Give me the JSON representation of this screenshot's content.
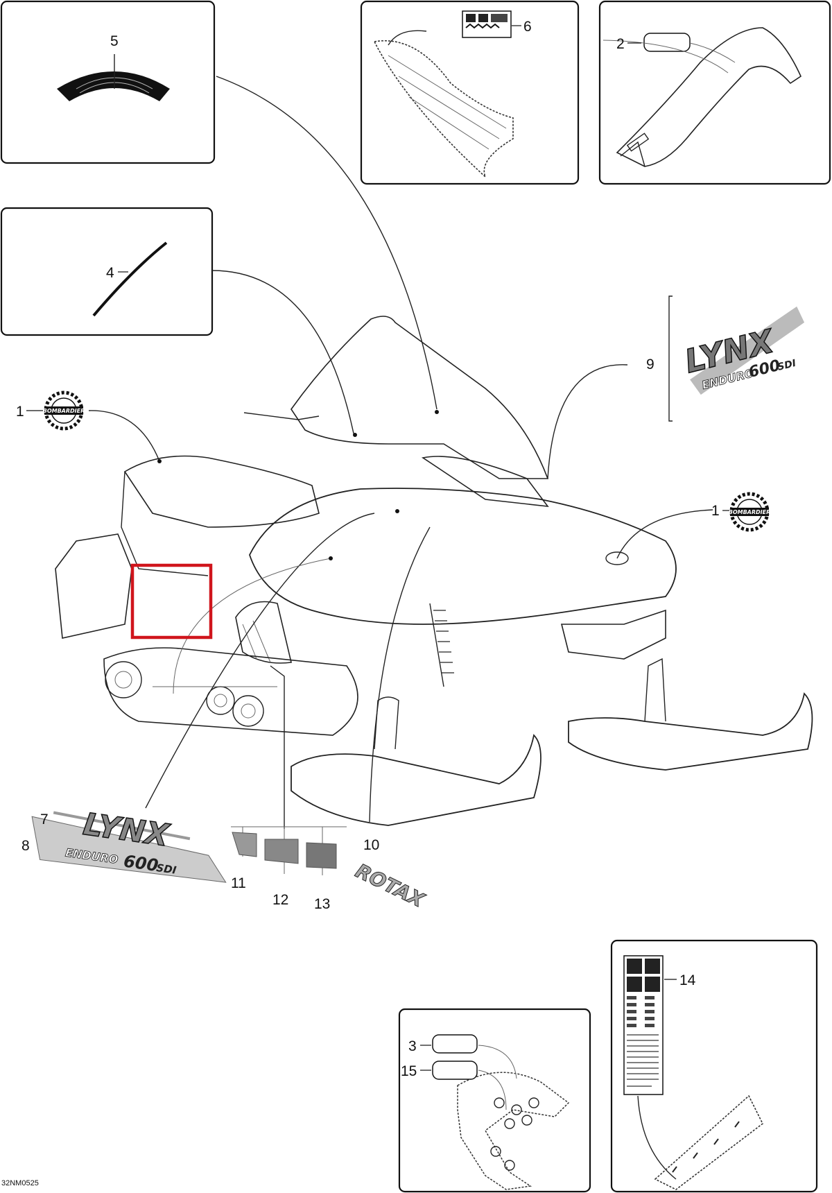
{
  "diagram": {
    "drawing_code": "32NM0525",
    "callouts": [
      "1",
      "1",
      "2",
      "3",
      "4",
      "5",
      "6",
      "7",
      "8",
      "9",
      "10",
      "11",
      "12",
      "13",
      "14",
      "15"
    ],
    "decal_text": {
      "brand_badge": "BOMBARDIER",
      "model_top": "LYNX",
      "model_sub": "ENDURO",
      "model_number": "600",
      "model_suffix": "SDI",
      "engine": "ROTAX"
    },
    "highlight_color": "#d0151c",
    "line_color": "#222222"
  }
}
